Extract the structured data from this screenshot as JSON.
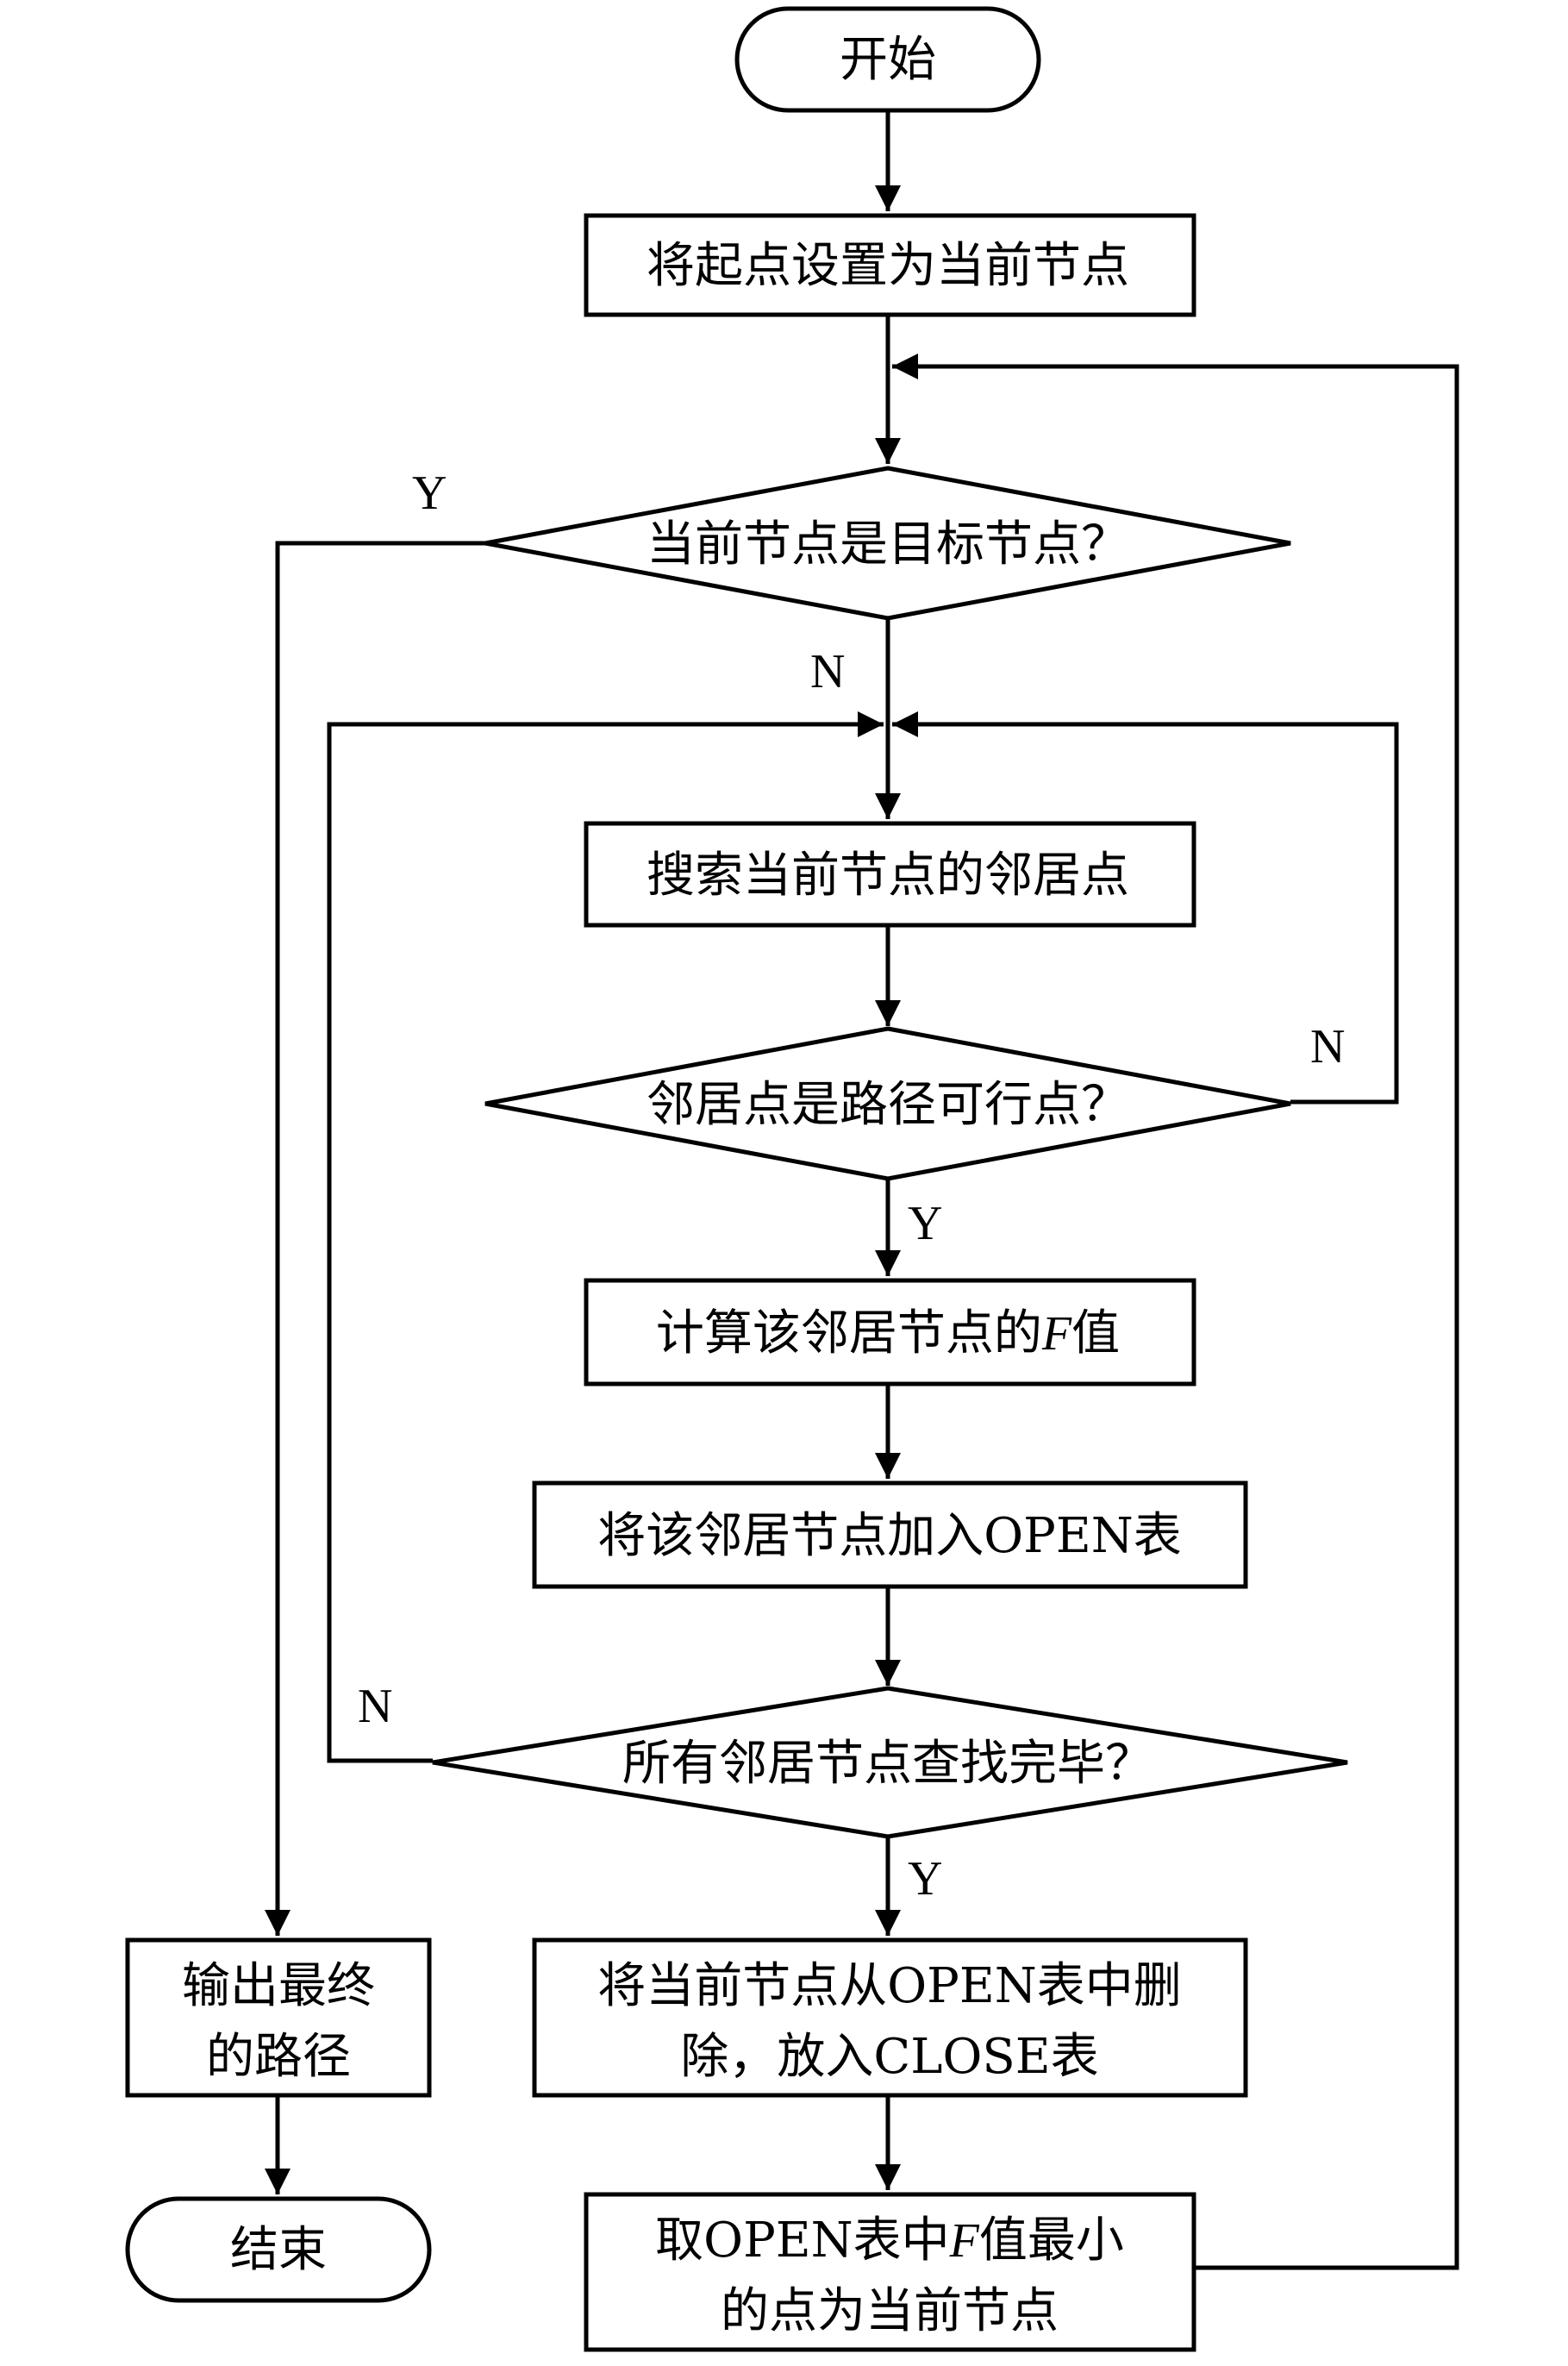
{
  "nodes": {
    "start": "开始",
    "set_start": "将起点设置为当前节点",
    "is_goal": "当前节点是目标节点？",
    "search_neighbors": "搜索当前节点的邻居点",
    "is_walkable": "邻居点是路径可行点？",
    "calc_f_pre": "计算该邻居节点的",
    "calc_f_var": "F",
    "calc_f_post": "值",
    "add_open": "将该邻居节点加入OPEN表",
    "all_checked": "所有邻居节点查找完毕？",
    "move_close_line1": "将当前节点从OPEN表中删",
    "move_close_line2": "除，放入CLOSE表",
    "pick_min_line1_pre": "取OPEN表中",
    "pick_min_line1_var": "F",
    "pick_min_line1_post": "值最小",
    "pick_min_line2": "的点为当前节点",
    "output_line1": "输出最终",
    "output_line2": "的路径",
    "end": "结束"
  },
  "edge_labels": {
    "goal_yes": "Y",
    "goal_no": "N",
    "walkable_no": "N",
    "walkable_yes": "Y",
    "all_checked_no": "N",
    "all_checked_yes": "Y"
  },
  "colors": {
    "stroke": "#000000",
    "fill": "#ffffff",
    "text": "#000000"
  }
}
